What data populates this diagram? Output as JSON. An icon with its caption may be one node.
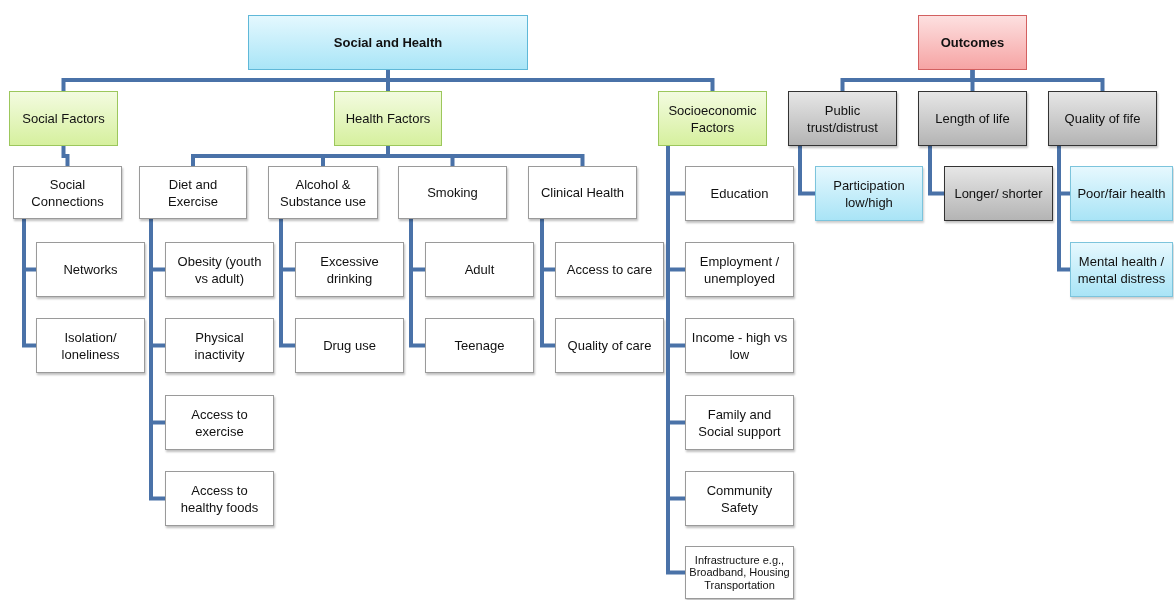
{
  "diagram": {
    "nodes": [
      {
        "text": [
          "Social and Health"
        ]
      },
      {
        "text": [
          "Social Factors"
        ]
      },
      {
        "text": [
          "Health Factors"
        ]
      },
      {
        "text": [
          "Socioeconomic Factors"
        ]
      },
      {
        "text": [
          "Social Connections"
        ]
      },
      {
        "text": [
          "Networks"
        ]
      },
      {
        "text": [
          "Isolation/ loneliness"
        ]
      },
      {
        "text": [
          "Diet and Exercise"
        ]
      },
      {
        "text": [
          "Obesity (youth vs adult)"
        ]
      },
      {
        "text": [
          "Physical inactivity"
        ]
      },
      {
        "text": [
          "Access to exercise"
        ]
      },
      {
        "text": [
          "Access to healthy foods"
        ]
      },
      {
        "text": [
          "Alcohol & Substance use"
        ]
      },
      {
        "text": [
          "Excessive drinking"
        ]
      },
      {
        "text": [
          "Drug use"
        ]
      },
      {
        "text": [
          "Smoking"
        ]
      },
      {
        "text": [
          "Adult"
        ]
      },
      {
        "text": [
          "Teenage"
        ]
      },
      {
        "text": [
          "Clinical Health"
        ]
      },
      {
        "text": [
          "Access to care"
        ]
      },
      {
        "text": [
          "Quality of care"
        ]
      },
      {
        "text": [
          "Education"
        ]
      },
      {
        "text": [
          "Employment / unemployed"
        ]
      },
      {
        "text": [
          "Income - high vs low"
        ]
      },
      {
        "text": [
          "Family and Social support"
        ]
      },
      {
        "text": [
          "Community Safety"
        ]
      },
      {
        "text": [
          "Infrastructure e.g., Broadband, Housing Transportation"
        ]
      },
      {
        "text": [
          "Outcomes"
        ]
      },
      {
        "text": [
          "Public trust/distrust"
        ]
      },
      {
        "text": [
          "Length of life"
        ]
      },
      {
        "text": [
          "Quality of fife"
        ]
      },
      {
        "text": [
          "Participation low/high"
        ]
      },
      {
        "text": [
          "Longer/  shorter"
        ]
      },
      {
        "text": [
          "Poor/fair health"
        ]
      },
      {
        "text": [
          "Mental health / mental distress"
        ]
      }
    ],
    "edges": [
      {
        "from": 0,
        "to": 1,
        "arrow": "none"
      },
      {
        "from": 0,
        "to": 2,
        "arrow": "none"
      },
      {
        "from": 0,
        "to": 3,
        "arrow": "none"
      },
      {
        "from": 1,
        "to": 4,
        "arrow": "none"
      },
      {
        "from": 4,
        "to": 5,
        "arrow": "none"
      },
      {
        "from": 4,
        "to": 6,
        "arrow": "none"
      },
      {
        "from": 2,
        "to": 7,
        "arrow": "none"
      },
      {
        "from": 2,
        "to": 12,
        "arrow": "none"
      },
      {
        "from": 2,
        "to": 15,
        "arrow": "none"
      },
      {
        "from": 2,
        "to": 18,
        "arrow": "none"
      },
      {
        "from": 7,
        "to": 8,
        "arrow": "none"
      },
      {
        "from": 7,
        "to": 9,
        "arrow": "none"
      },
      {
        "from": 7,
        "to": 10,
        "arrow": "none"
      },
      {
        "from": 7,
        "to": 11,
        "arrow": "none"
      },
      {
        "from": 12,
        "to": 13,
        "arrow": "none"
      },
      {
        "from": 12,
        "to": 14,
        "arrow": "none"
      },
      {
        "from": 15,
        "to": 16,
        "arrow": "none"
      },
      {
        "from": 15,
        "to": 17,
        "arrow": "none"
      },
      {
        "from": 18,
        "to": 19,
        "arrow": "none"
      },
      {
        "from": 18,
        "to": 20,
        "arrow": "none"
      },
      {
        "from": 3,
        "to": 21,
        "arrow": "none"
      },
      {
        "from": 3,
        "to": 22,
        "arrow": "none"
      },
      {
        "from": 3,
        "to": 23,
        "arrow": "none"
      },
      {
        "from": 3,
        "to": 24,
        "arrow": "none"
      },
      {
        "from": 3,
        "to": 25,
        "arrow": "none"
      },
      {
        "from": 3,
        "to": 26,
        "arrow": "none"
      },
      {
        "from": 27,
        "to": 28,
        "arrow": "none"
      },
      {
        "from": 27,
        "to": 29,
        "arrow": "none"
      },
      {
        "from": 27,
        "to": 30,
        "arrow": "none"
      },
      {
        "from": 28,
        "to": 31,
        "arrow": "none"
      },
      {
        "from": 29,
        "to": 32,
        "arrow": "none"
      },
      {
        "from": 30,
        "to": 33,
        "arrow": "none"
      },
      {
        "from": 30,
        "to": 34,
        "arrow": "none"
      }
    ]
  }
}
